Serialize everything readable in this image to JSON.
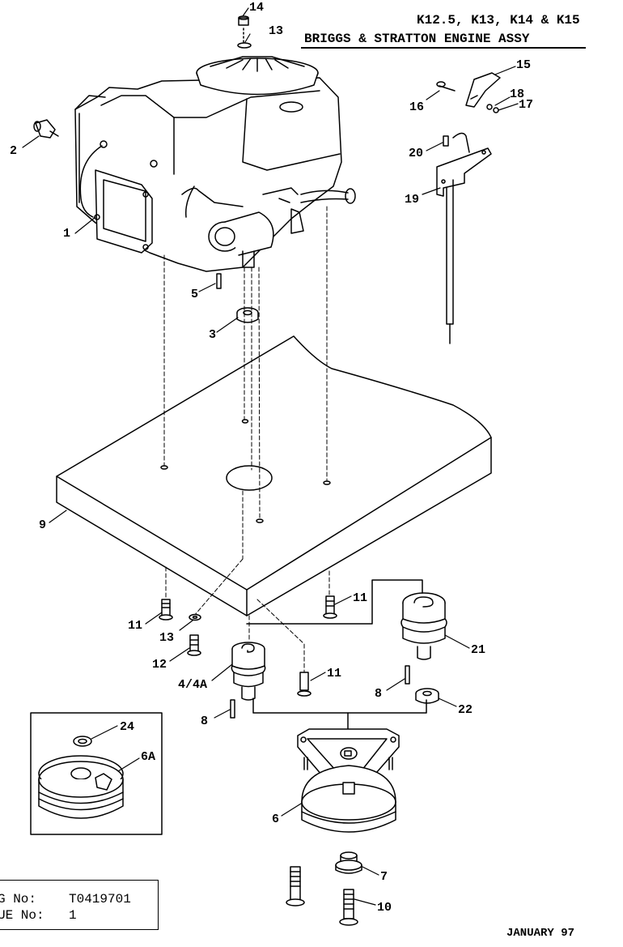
{
  "header": {
    "models": "K12.5, K13, K14 & K15",
    "title": "BRIGGS & STRATTON ENGINE ASSY"
  },
  "drawing_info": {
    "dwg_label": "G No:",
    "dwg_value": "T0419701",
    "issue_label": "UE No:",
    "issue_value": "1"
  },
  "date": "JANUARY 97",
  "callouts": [
    "14",
    "13",
    "15",
    "16",
    "18",
    "17",
    "2",
    "20",
    "19",
    "1",
    "5",
    "3",
    "9",
    "11",
    "11",
    "13",
    "21",
    "12",
    "11",
    "4/4A",
    "8",
    "8",
    "22",
    "24",
    "6A",
    "6",
    "7",
    "10"
  ]
}
